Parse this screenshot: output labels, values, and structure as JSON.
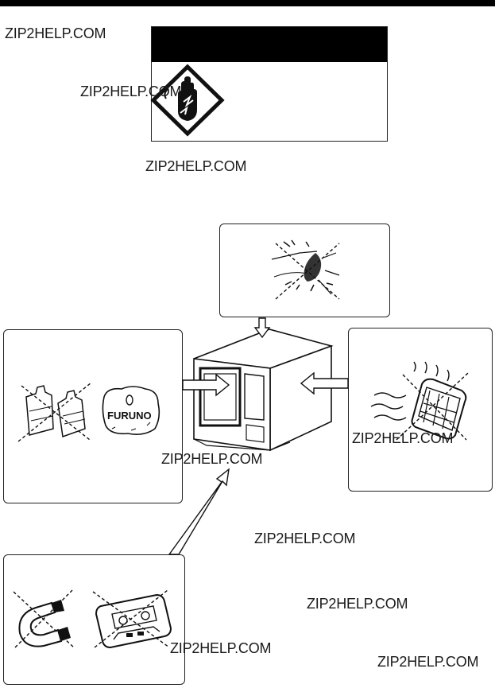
{
  "watermarks": [
    "ZIP2HELP.COM",
    "ZIP2HELP.COM",
    "ZIP2HELP.COM",
    "ZIP2HELP.COM",
    "ZIP2HELP.COM",
    "ZIP2HELP.COM",
    "ZIP2HELP.COM",
    "ZIP2HELP.COM",
    "ZIP2HELP.COM"
  ],
  "illustration": {
    "bottle_brand": "FURUNO"
  },
  "icons": {
    "warning": "electric-shock-hand-icon",
    "water": "water-splash-icon",
    "chemicals": "chemical-bottles-icon",
    "rock": "furuno-logo-rock-icon",
    "heater": "heater-icon",
    "magnet": "magnet-icon",
    "cassette": "cassette-tape-icon",
    "monitor": "display-unit-icon"
  },
  "colors": {
    "ink": "#111111",
    "paper": "#ffffff",
    "bar": "#000000"
  }
}
